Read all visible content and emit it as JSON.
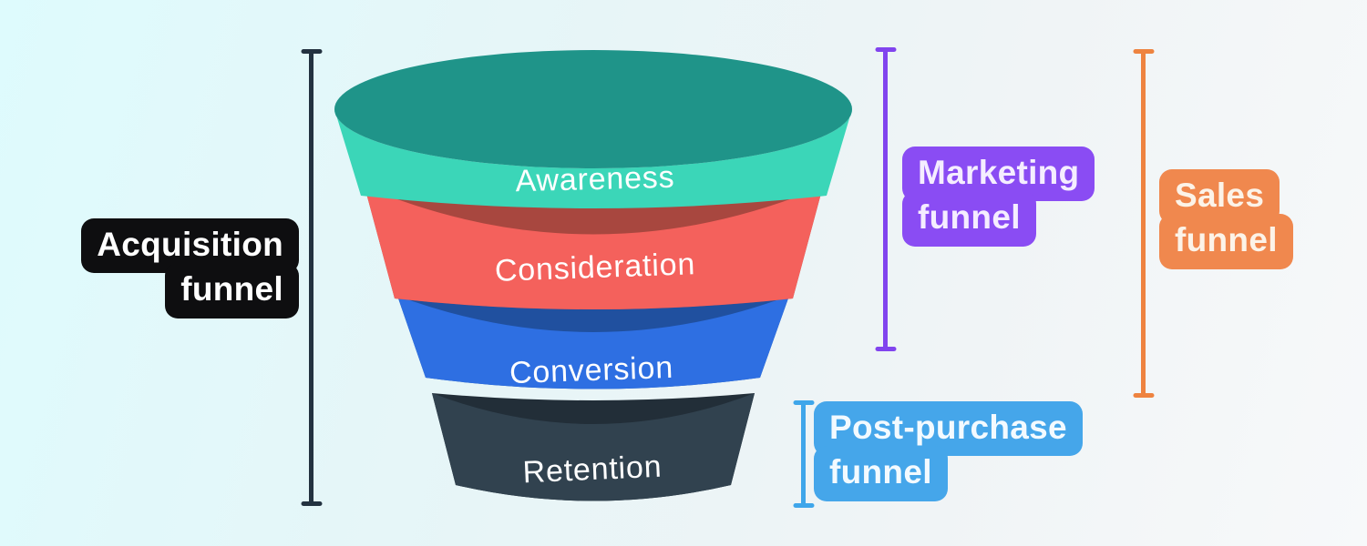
{
  "background": {
    "gradient_start": "#defbfd",
    "gradient_end": "#f7f9fa"
  },
  "funnel": {
    "stages": [
      {
        "label": "Awareness",
        "body_color": "#3bd6b8",
        "rim_color": "#1f9489",
        "text_color": "#ffffff"
      },
      {
        "label": "Consideration",
        "body_color": "#f4615c",
        "rim_color": "#a8473f",
        "text_color": "#ffffff"
      },
      {
        "label": "Conversion",
        "body_color": "#2e6fe2",
        "rim_color": "#20509f",
        "text_color": "#ffffff"
      },
      {
        "label": "Retention",
        "body_color": "#31424f",
        "rim_color": "#222e38",
        "text_color": "#ffffff"
      }
    ]
  },
  "callouts": {
    "acquisition": {
      "lines": [
        "Acquisition",
        "funnel"
      ],
      "bg": "#0e0e10",
      "text_color": "#ffffff",
      "bracket_color": "#233240"
    },
    "marketing": {
      "lines": [
        "Marketing",
        "funnel"
      ],
      "bg": "#8a4cf3",
      "text_color": "#f5edff",
      "bracket_color": "#8144ee"
    },
    "sales": {
      "lines": [
        "Sales",
        "funnel"
      ],
      "bg": "#f0884e",
      "text_color": "#fcf3e8",
      "bracket_color": "#ee8340"
    },
    "post_purchase": {
      "lines": [
        "Post-purchase",
        "funnel"
      ],
      "bg": "#45a6ea",
      "text_color": "#f3faff",
      "bracket_color": "#3fa6ea"
    }
  }
}
